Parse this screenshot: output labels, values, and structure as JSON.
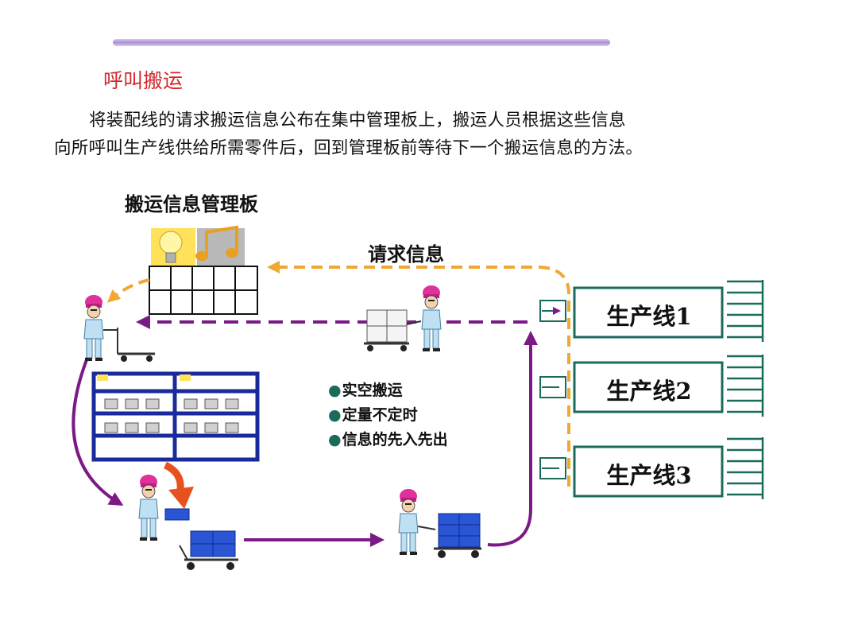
{
  "title": "呼叫搬运",
  "description": {
    "line1": "将装配线的请求搬运信息公布在集中管理板上，搬运人员根据这些信息",
    "line2": "向所呼叫生产线供给所需零件后，回到管理板前等待下一个搬运信息的方法。"
  },
  "board_title": "搬运信息管理板",
  "request_label": "请求信息",
  "bullets": [
    "实空搬运",
    "定量不定时",
    "信息的先入先出"
  ],
  "production_lines": [
    "生产线1",
    "生产线2",
    "生产线3"
  ],
  "colors": {
    "title": "#d4272c",
    "purple_flow": "#7b1a86",
    "request_flow": "#f0a830",
    "line_border": "#1a6b5c",
    "shelf": "#1b2a9b",
    "box": "#2a56d6"
  }
}
